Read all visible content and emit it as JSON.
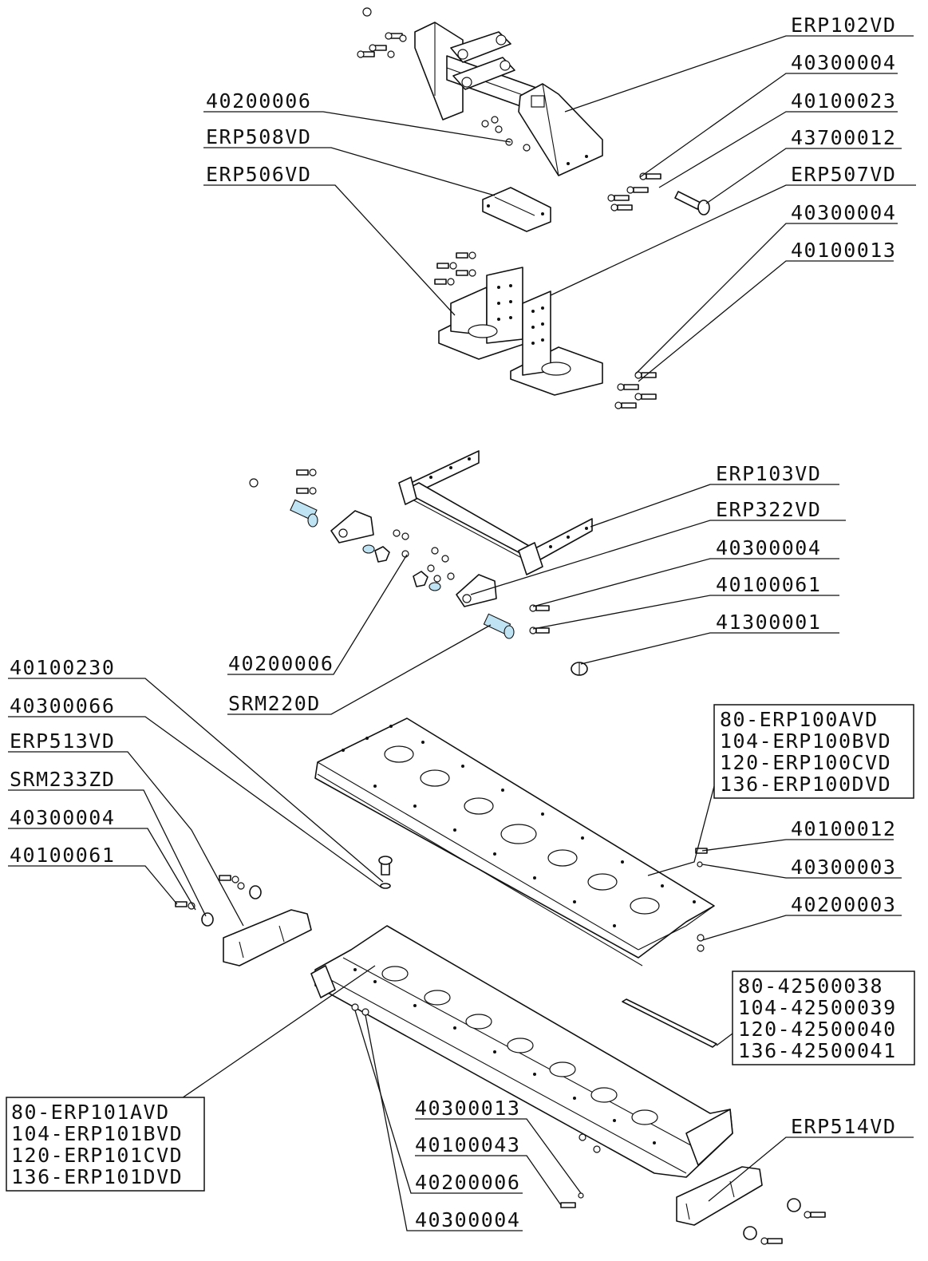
{
  "diagram": {
    "labels": {
      "l01": "ERP102VD",
      "l02": "40300004",
      "l03": "40100023",
      "l04": "43700012",
      "l05": "ERP507VD",
      "l06": "40300004",
      "l07": "40100013",
      "l08": "40200006",
      "l09": "ERP508VD",
      "l10": "ERP506VD",
      "l11": "ERP103VD",
      "l12": "ERP322VD",
      "l13": "40300004",
      "l14": "40100061",
      "l15": "41300001",
      "l16": "40200006",
      "l17": "SRM220D",
      "l18": "40100230",
      "l19": "40300066",
      "l20": "ERP513VD",
      "l21": "SRM233ZD",
      "l22": "40300004",
      "l23": "40100061",
      "l24": "40100012",
      "l25": "40300003",
      "l26": "40200003",
      "l27": "40300013",
      "l28": "40100043",
      "l29": "40200006",
      "l30": "40300004",
      "l31": "ERP514VD"
    },
    "box_top_right": [
      "80-ERP100AVD",
      "104-ERP100BVD",
      "120-ERP100CVD",
      "136-ERP100DVD"
    ],
    "box_mid_right": [
      "80-42500038",
      "104-42500039",
      "120-42500040",
      "136-42500041"
    ],
    "box_bottom_left": [
      "80-ERP101AVD",
      "104-ERP101BVD",
      "120-ERP101CVD",
      "136-ERP101DVD"
    ]
  }
}
